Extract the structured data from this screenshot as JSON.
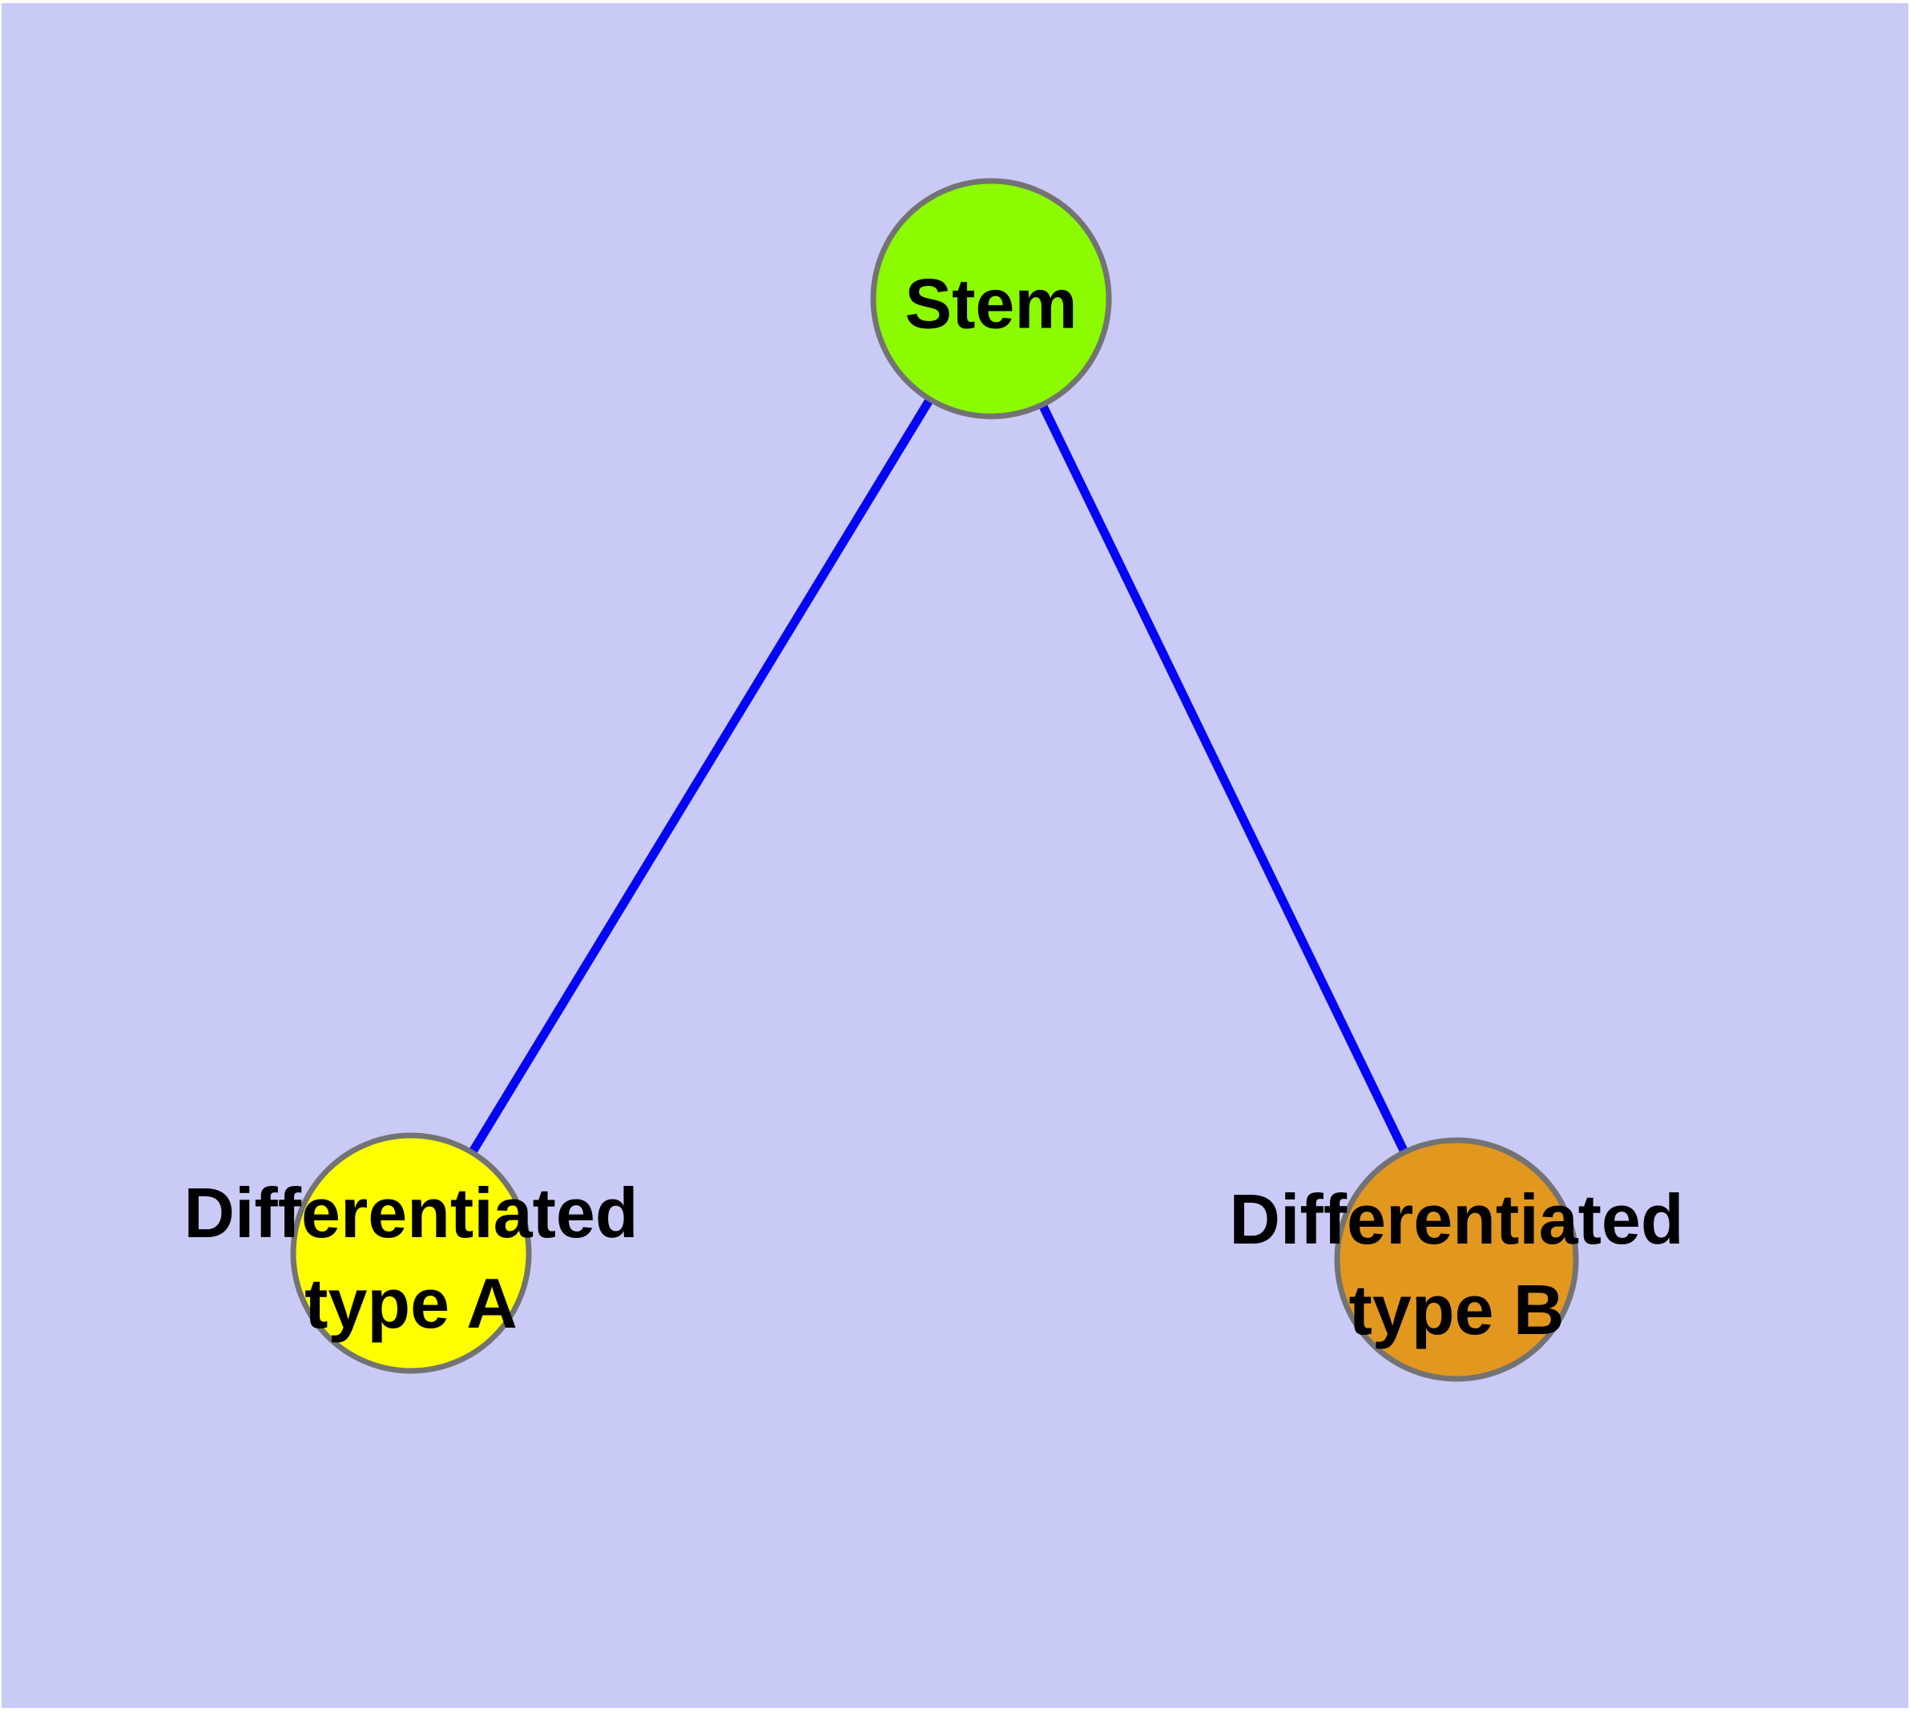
{
  "diagram": {
    "background_color": "#CACAF7",
    "page_margin_color": "#FFFFFF",
    "edge_color": "#0505F5",
    "node_border_color": "#737373",
    "text_color": "#000000",
    "nodes": [
      {
        "id": "stem",
        "label": "Stem",
        "fill": "#8CFA00"
      },
      {
        "id": "differentiated-type-a",
        "label_line1": "Differentiated",
        "label_line2": "type A",
        "fill": "#FFFF00"
      },
      {
        "id": "differentiated-type-b",
        "label_line1": "Differentiated",
        "label_line2": "type B",
        "fill": "#E2971F"
      }
    ],
    "edges": [
      {
        "from": "Stem",
        "to": "Differentiated type A"
      },
      {
        "from": "Stem",
        "to": "Differentiated type B"
      }
    ]
  }
}
